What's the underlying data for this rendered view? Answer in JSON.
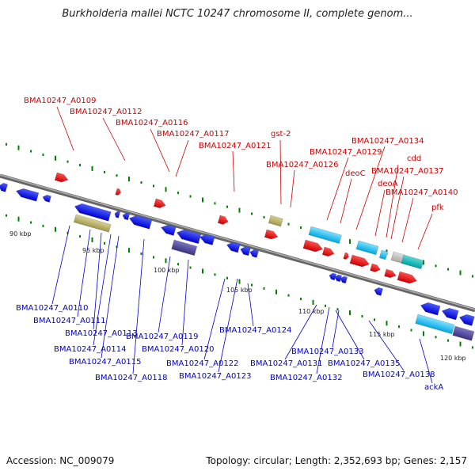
{
  "title": "Burkholderia mallei NCTC 10247 chromosome II, complete genom...",
  "footer": {
    "accession": "Accession: NC_009079",
    "summary": "Topology: circular; Length: 2,352,693 bp; Genes: 2,157"
  },
  "colors": {
    "forward_label": "#cc0000",
    "reverse_label": "#0000cc",
    "backbone": "#888888",
    "tick": "#008000"
  },
  "scale_ticks": [
    "90 kbp",
    "95 kbp",
    "100 kbp",
    "105 kbp",
    "110 kbp",
    "115 kbp",
    "120 kbp"
  ],
  "forward_labels": [
    "BMA10247_A0109",
    "BMA10247_A0112",
    "BMA10247_A0116",
    "BMA10247_A0117",
    "BMA10247_A0121",
    "gst-2",
    "BMA10247_A0126",
    "BMA10247_A0129",
    "deoC",
    "BMA10247_A0134",
    "deoA",
    "cdd",
    "BMA10247_A0137",
    "BMA10247_A0140",
    "pfk"
  ],
  "reverse_labels": [
    "BMA10247_A0110",
    "BMA10247_A0111",
    "BMA10247_A0113",
    "BMA10247_A0114",
    "BMA10247_A0115",
    "BMA10247_A0118",
    "BMA10247_A0119",
    "BMA10247_A0120",
    "BMA10247_A0122",
    "BMA10247_A0123",
    "BMA10247_A0124",
    "BMA10247_A0131",
    "BMA10247_A0132",
    "BMA10247_A0133",
    "BMA10247_A0135",
    "BMA10247_A0138",
    "ackA"
  ]
}
